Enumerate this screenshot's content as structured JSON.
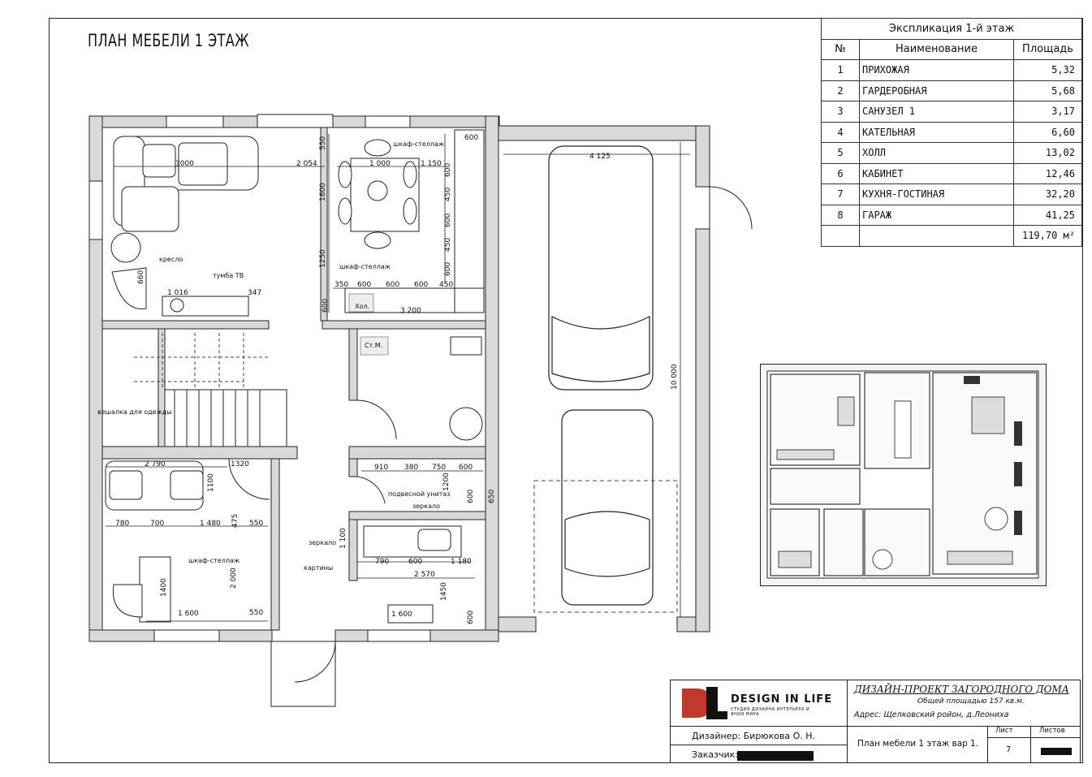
{
  "title": "ПЛАН МЕБЕЛИ 1 ЭТАЖ",
  "explication": {
    "header": "Экспликация 1-й этаж",
    "col_num": "№",
    "col_name": "Наименование",
    "col_area": "Площадь",
    "rows": [
      {
        "num": "1",
        "name": "ПРИХОЖАЯ",
        "area": "5,32"
      },
      {
        "num": "2",
        "name": "ГАРДЕРОБНАЯ",
        "area": "5,68"
      },
      {
        "num": "3",
        "name": "САНУЗЕЛ 1",
        "area": "3,17"
      },
      {
        "num": "4",
        "name": "КАТЕЛЬНАЯ",
        "area": "6,60"
      },
      {
        "num": "5",
        "name": "ХОЛЛ",
        "area": "13,02"
      },
      {
        "num": "6",
        "name": "КАБИНЕТ",
        "area": "12,46"
      },
      {
        "num": "7",
        "name": "КУХНЯ-ГОСТИНАЯ",
        "area": "32,20"
      },
      {
        "num": "8",
        "name": "ГАРАЖ",
        "area": "41,25"
      }
    ],
    "total": "119,70 м²"
  },
  "plan": {
    "labels": {
      "kreslo": "кресло",
      "tumba": "тумба ТВ",
      "shkaf1": "шкаф-стеллаж",
      "shkaf2": "шкаф-стеллаж",
      "shkaf3": "шкаф-стеллаж",
      "hol": "Хол.",
      "stm": "Ст.М.",
      "veshalka": "вешалка для одежды",
      "unitaz": "подвесной унитаз",
      "zerkalo1": "зеркало",
      "zerkalo2": "зеркало",
      "kartiny": "картины"
    },
    "dims": {
      "d3000": "3000",
      "d2054": "2 054",
      "d1000": "1 000",
      "d1150": "1 150",
      "d550a": "550",
      "d1600a": "1600",
      "d1250": "1250",
      "d600a": "600",
      "d450a": "450",
      "d600b": "600",
      "d450b": "450",
      "d600c": "600",
      "d600d": "600",
      "d350": "350",
      "d600e": "600",
      "d600f": "600",
      "d600g": "600",
      "d450c": "450",
      "d600h": "600",
      "d3200": "3 200",
      "d660": "660",
      "d1016": "1 016",
      "d347": "347",
      "d4125": "4 125",
      "d10000": "10 000",
      "d2790": "2 790",
      "d1320": "1320",
      "d1100": "1100",
      "d780": "780",
      "d700": "700",
      "d1480": "1 480",
      "d475": "475",
      "d550b": "550",
      "d2000": "2 000",
      "d1400": "1400",
      "d550c": "550",
      "d1600b": "1 600",
      "d910": "910",
      "d380": "380",
      "d750": "750",
      "d600i": "600",
      "d1200": "1200",
      "d650": "650",
      "d600j": "600",
      "d1100b": "1 100",
      "d790": "790",
      "d600k": "600",
      "d1180": "1 180",
      "d2570": "2 570",
      "d1450": "1450",
      "d1600c": "1 600",
      "d600l": "600"
    }
  },
  "stamp": {
    "brand": "DESIGN IN LIFE",
    "brand_sub": "СТУДИЯ ДИЗАЙНА ИНТЕРЬЕРА И ЯНИЯ МИРА",
    "project_title": "ДИЗАЙН-ПРОЕКТ ЗАГОРОДНОГО ДОМА",
    "area_line": "Общей площадью 157 кв.м.",
    "address": "Адрес: Щелковский ройон, д.Леониха",
    "designer": "Дизайнер: Бирюкова О. Н.",
    "customer": "Заказчик:",
    "sheet_name": "План мебели 1 этаж вар 1.",
    "sheet_label": "Лист",
    "sheets_label": "Листов",
    "sheet_num": "7"
  }
}
